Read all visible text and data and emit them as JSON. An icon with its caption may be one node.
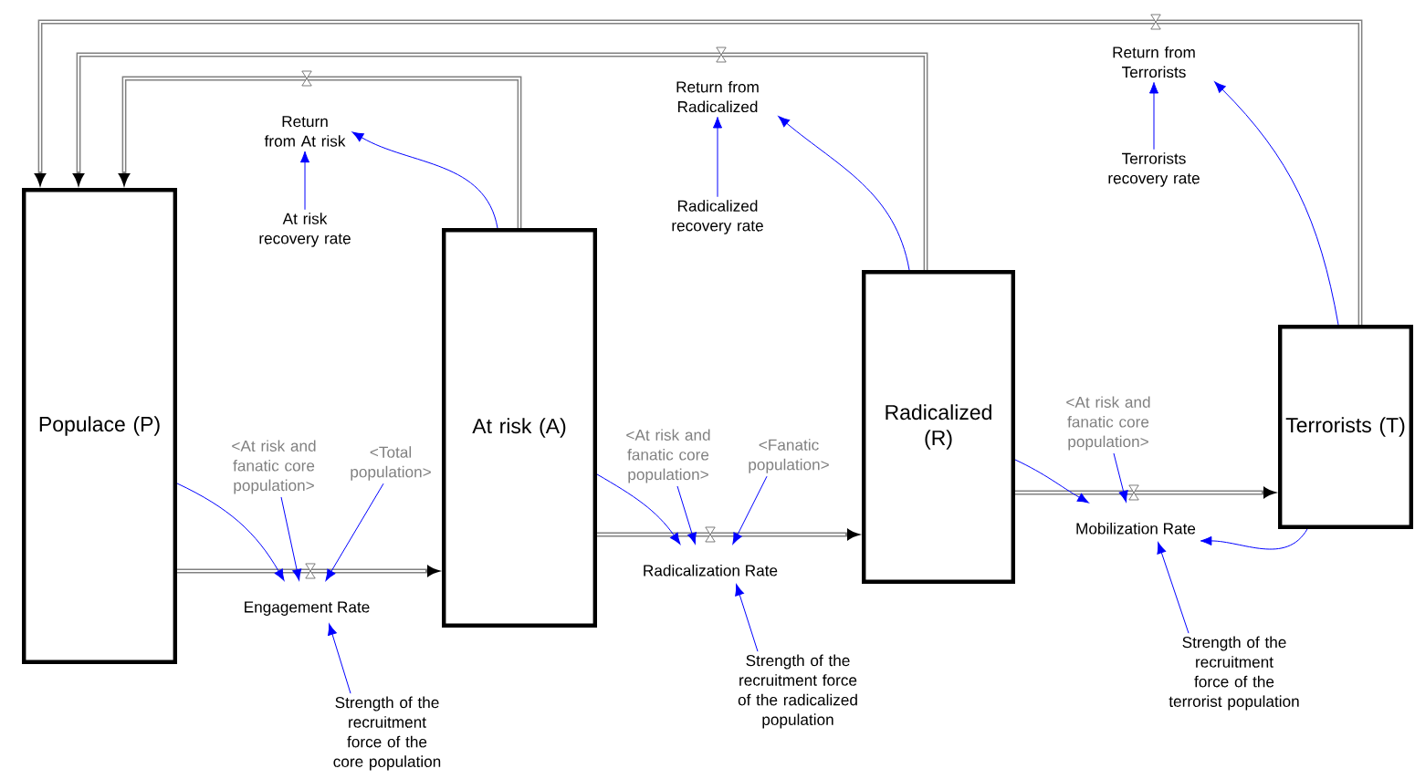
{
  "diagram": {
    "nodes": [
      {
        "text": [
          "Populace (P)"
        ]
      },
      {
        "text": [
          "At risk (A)"
        ]
      },
      {
        "text": [
          "Radicalized (R)"
        ]
      },
      {
        "text": [
          "Terrorists (T)"
        ]
      },
      {
        "text": [
          "Return from At risk"
        ]
      },
      {
        "text": [
          "At risk recovery rate"
        ]
      },
      {
        "text": [
          "Return from Radicalized"
        ]
      },
      {
        "text": [
          "Radicalized recovery rate"
        ]
      },
      {
        "text": [
          "Return from Terrorists"
        ]
      },
      {
        "text": [
          "Terrorists recovery rate"
        ]
      },
      {
        "text": [
          "<At risk and fanatic core population>"
        ]
      },
      {
        "text": [
          "<Total population>"
        ]
      },
      {
        "text": [
          "Engagement Rate"
        ]
      },
      {
        "text": [
          "Strength of the recruitment force of the core population"
        ]
      },
      {
        "text": [
          "<At risk and fanatic core population>"
        ]
      },
      {
        "text": [
          "<Fanatic population>"
        ]
      },
      {
        "text": [
          "Radicalization Rate"
        ]
      },
      {
        "text": [
          "Strength of the recruitment force of the radicalized population"
        ]
      },
      {
        "text": [
          "<At risk and fanatic core population>"
        ]
      },
      {
        "text": [
          "Mobilization Rate"
        ]
      },
      {
        "text": [
          "Strength of the recruitment force of the terrorist population"
        ]
      }
    ],
    "edges": [
      {
        "from": 0,
        "to": 1,
        "arrow": "to",
        "style": "thick",
        "color": "#808080"
      },
      {
        "from": 1,
        "to": 2,
        "arrow": "to",
        "style": "thick",
        "color": "#808080"
      },
      {
        "from": 2,
        "to": 3,
        "arrow": "to",
        "style": "thick",
        "color": "#808080"
      },
      {
        "from": 1,
        "to": 0,
        "arrow": "to",
        "style": "thick",
        "color": "#808080"
      },
      {
        "from": 2,
        "to": 0,
        "arrow": "to",
        "style": "thick",
        "color": "#808080"
      },
      {
        "from": 3,
        "to": 0,
        "arrow": "to",
        "style": "thick",
        "color": "#808080"
      },
      {
        "from": 0,
        "to": 12,
        "arrow": "to"
      },
      {
        "from": 10,
        "to": 12,
        "arrow": "to"
      },
      {
        "from": 11,
        "to": 12,
        "arrow": "to"
      },
      {
        "from": 13,
        "to": 12,
        "arrow": "to"
      },
      {
        "from": 1,
        "to": 16,
        "arrow": "to"
      },
      {
        "from": 14,
        "to": 16,
        "arrow": "to"
      },
      {
        "from": 15,
        "to": 16,
        "arrow": "to"
      },
      {
        "from": 17,
        "to": 16,
        "arrow": "to"
      },
      {
        "from": 2,
        "to": 19,
        "arrow": "to"
      },
      {
        "from": 18,
        "to": 19,
        "arrow": "to"
      },
      {
        "from": 3,
        "to": 19,
        "arrow": "to"
      },
      {
        "from": 20,
        "to": 19,
        "arrow": "to"
      },
      {
        "from": 1,
        "to": 4,
        "arrow": "to"
      },
      {
        "from": 5,
        "to": 4,
        "arrow": "to"
      },
      {
        "from": 2,
        "to": 6,
        "arrow": "to"
      },
      {
        "from": 7,
        "to": 6,
        "arrow": "to"
      },
      {
        "from": 3,
        "to": 8,
        "arrow": "to"
      },
      {
        "from": 9,
        "to": 8,
        "arrow": "to"
      }
    ]
  }
}
